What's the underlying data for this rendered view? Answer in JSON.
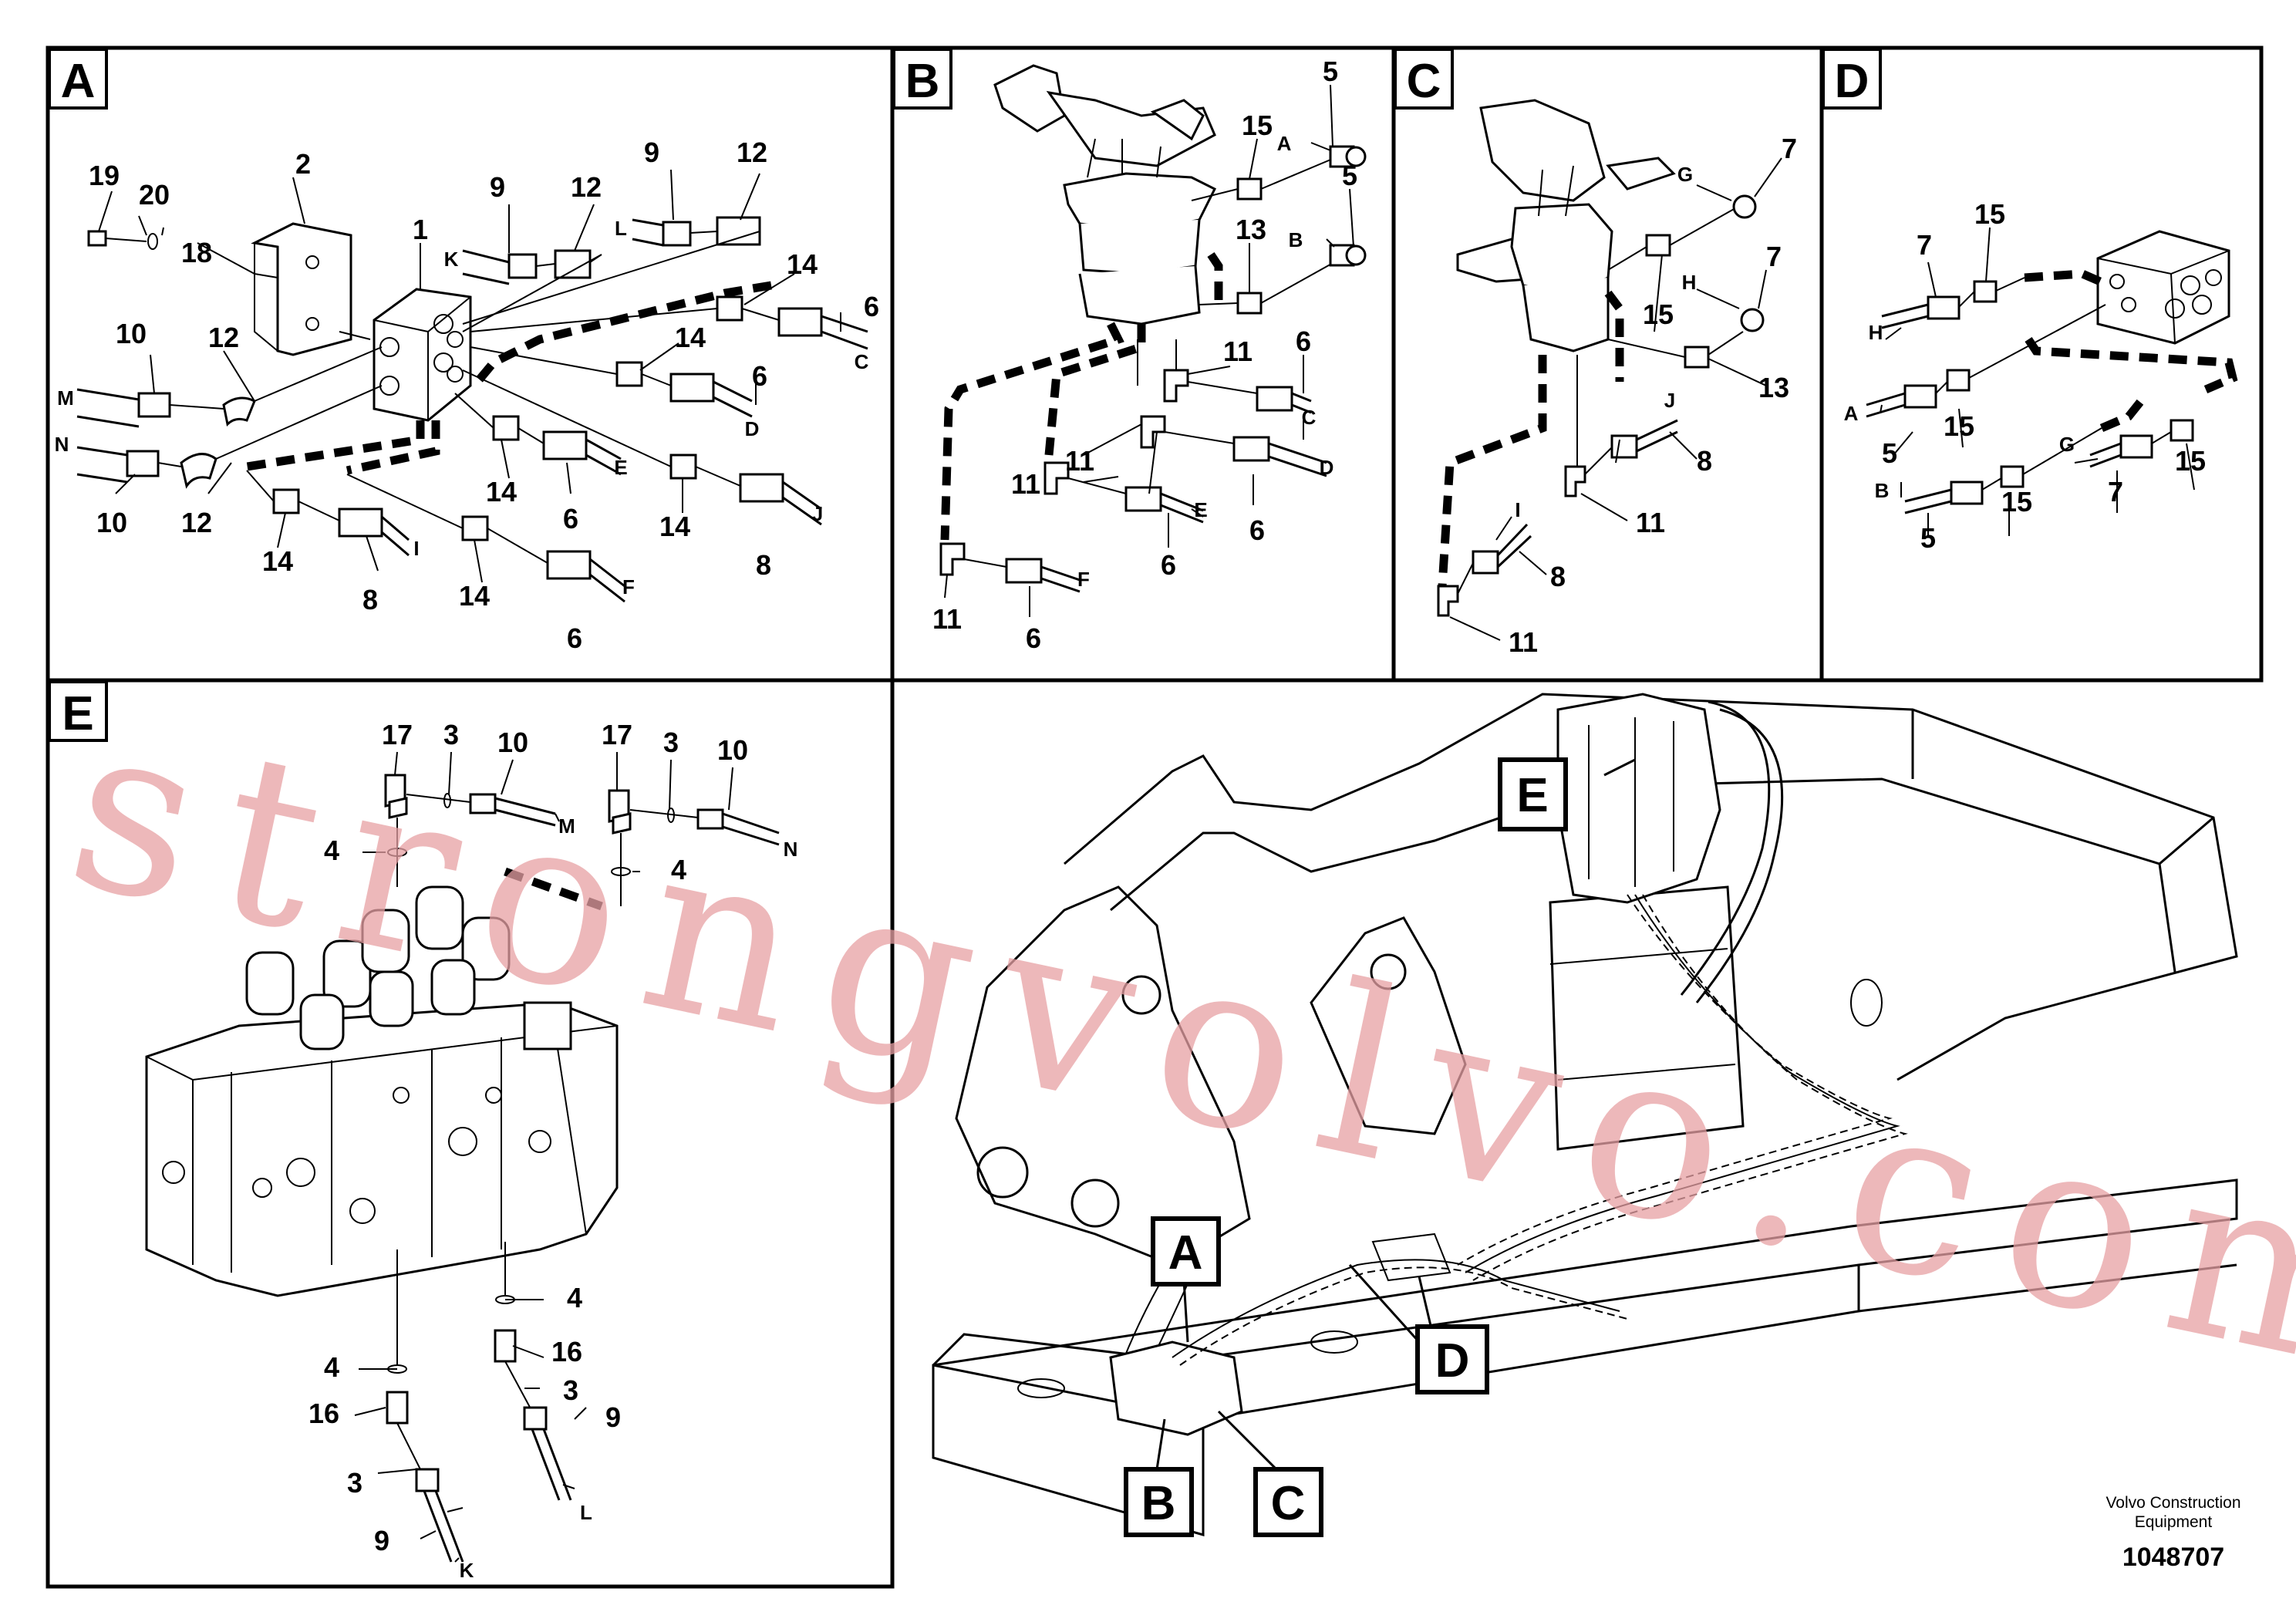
{
  "panels": {
    "A": {
      "letter": "A"
    },
    "B": {
      "letter": "B"
    },
    "C": {
      "letter": "C"
    },
    "D": {
      "letter": "D"
    },
    "E": {
      "letter": "E"
    }
  },
  "callouts": {
    "A": "A",
    "B": "B",
    "C": "C",
    "D": "D",
    "E": "E"
  },
  "labels": {
    "n1": "1",
    "n2": "2",
    "n3": "3",
    "n4": "4",
    "n5": "5",
    "n6": "6",
    "n7": "7",
    "n8": "8",
    "n9": "9",
    "n10": "10",
    "n11": "11",
    "n12": "12",
    "n13": "13",
    "n14": "14",
    "n15": "15",
    "n16": "16",
    "n17": "17",
    "n18": "18",
    "n19": "19",
    "n20": "20",
    "lA": "A",
    "lB": "B",
    "lC": "C",
    "lD": "D",
    "lE": "E",
    "lF": "F",
    "lG": "G",
    "lH": "H",
    "lI": "I",
    "lJ": "J",
    "lK": "K",
    "lL": "L",
    "lM": "M",
    "lN": "N"
  },
  "watermark": "strongvolvo.com",
  "footer": {
    "brand_line1": "Volvo Construction",
    "brand_line2": "Equipment",
    "drawing_number": "1048707"
  }
}
